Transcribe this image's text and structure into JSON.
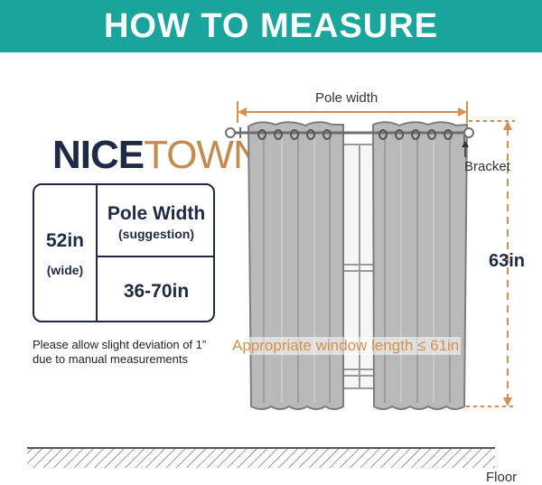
{
  "banner": {
    "title": "HOW TO MEASURE",
    "color": "#1aa59c"
  },
  "brand": {
    "part1": "NICE",
    "part2": "TOWN"
  },
  "spec_table": {
    "size": "52in",
    "size_note": "(wide)",
    "heading": "Pole Width",
    "subheading": "(suggestion)",
    "range": "36-70in"
  },
  "note": {
    "line1": "Please allow slight deviation of 1”",
    "line2": "due to manual measurements"
  },
  "diagram": {
    "pole_label": "Pole width",
    "bracket_label": "Bracket",
    "height_label": "63in",
    "window_label": "Appropriate window length ≤ 61in",
    "floor_label": "Floor",
    "accent_color": "#d4904f",
    "curtain_color": "#b9b9b9"
  }
}
